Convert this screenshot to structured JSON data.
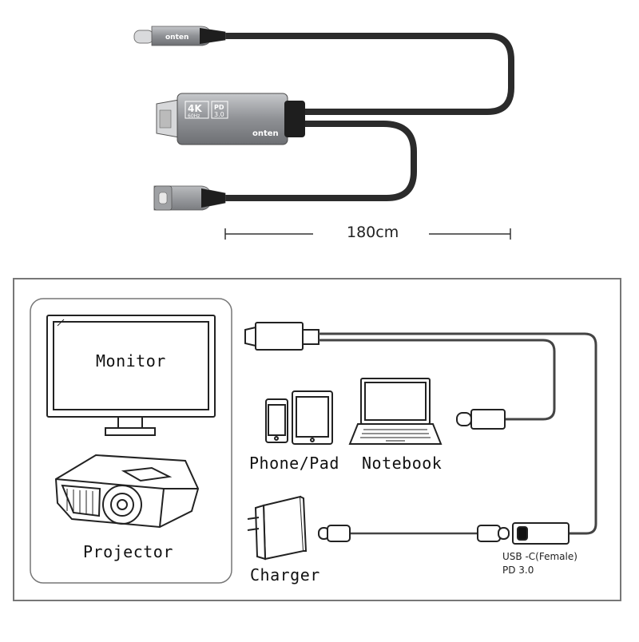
{
  "product": {
    "brand": "onten",
    "resolution_badge": "4K",
    "refresh_badge": "60Hz",
    "pd_badge_top": "PD",
    "pd_badge_bottom": "3.0",
    "length_label": "180cm"
  },
  "diagram": {
    "display_labels": [
      "Monitor",
      "Projector"
    ],
    "device_labels": [
      "Phone/Pad",
      "Notebook",
      "Charger"
    ],
    "port_label": "USB -C(Female)",
    "port_spec": "PD 3.0"
  },
  "icons": [
    "hdmi-plug-icon",
    "usb-c-plug-icon",
    "usb-c-female-icon",
    "monitor-icon",
    "projector-icon",
    "phone-icon",
    "tablet-icon",
    "laptop-icon",
    "charger-icon"
  ],
  "colors": {
    "cable": "#2b2b2b",
    "housing": "#8e9094",
    "line": "#444444",
    "frame": "#777777"
  }
}
